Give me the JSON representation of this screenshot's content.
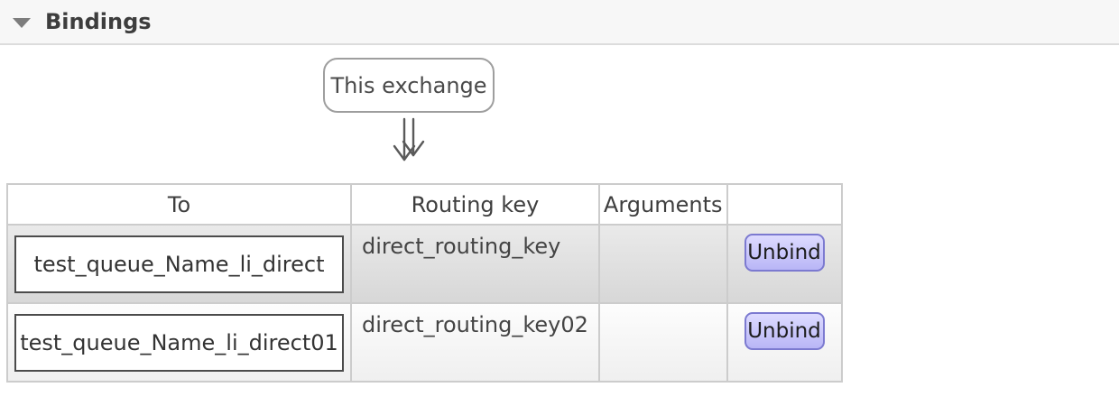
{
  "section": {
    "title": "Bindings",
    "collapse_icon": "triangle-down",
    "expanded": true
  },
  "diagram": {
    "exchange_label": "This exchange",
    "arrow_icon": "double-down-arrow"
  },
  "table": {
    "columns": [
      "To",
      "Routing key",
      "Arguments",
      ""
    ],
    "rows": [
      {
        "to": "test_queue_Name_li_direct",
        "routing_key": "direct_routing_key",
        "arguments": "",
        "action": "Unbind"
      },
      {
        "to": "test_queue_Name_li_direct01",
        "routing_key": "direct_routing_key02",
        "arguments": "",
        "action": "Unbind"
      }
    ]
  },
  "colors": {
    "section_band_bg": "#f7f7f7",
    "divider": "#dcdcdc",
    "table_border": "#cccccc",
    "row_odd_bg": "#e0e0e0",
    "row_even_bg": "#f7f7f7",
    "queue_box_border": "#4b4b4b",
    "unbind_bg": "#c9c7fa",
    "unbind_border": "#7c7ad0",
    "text": "#3e3e3e"
  }
}
